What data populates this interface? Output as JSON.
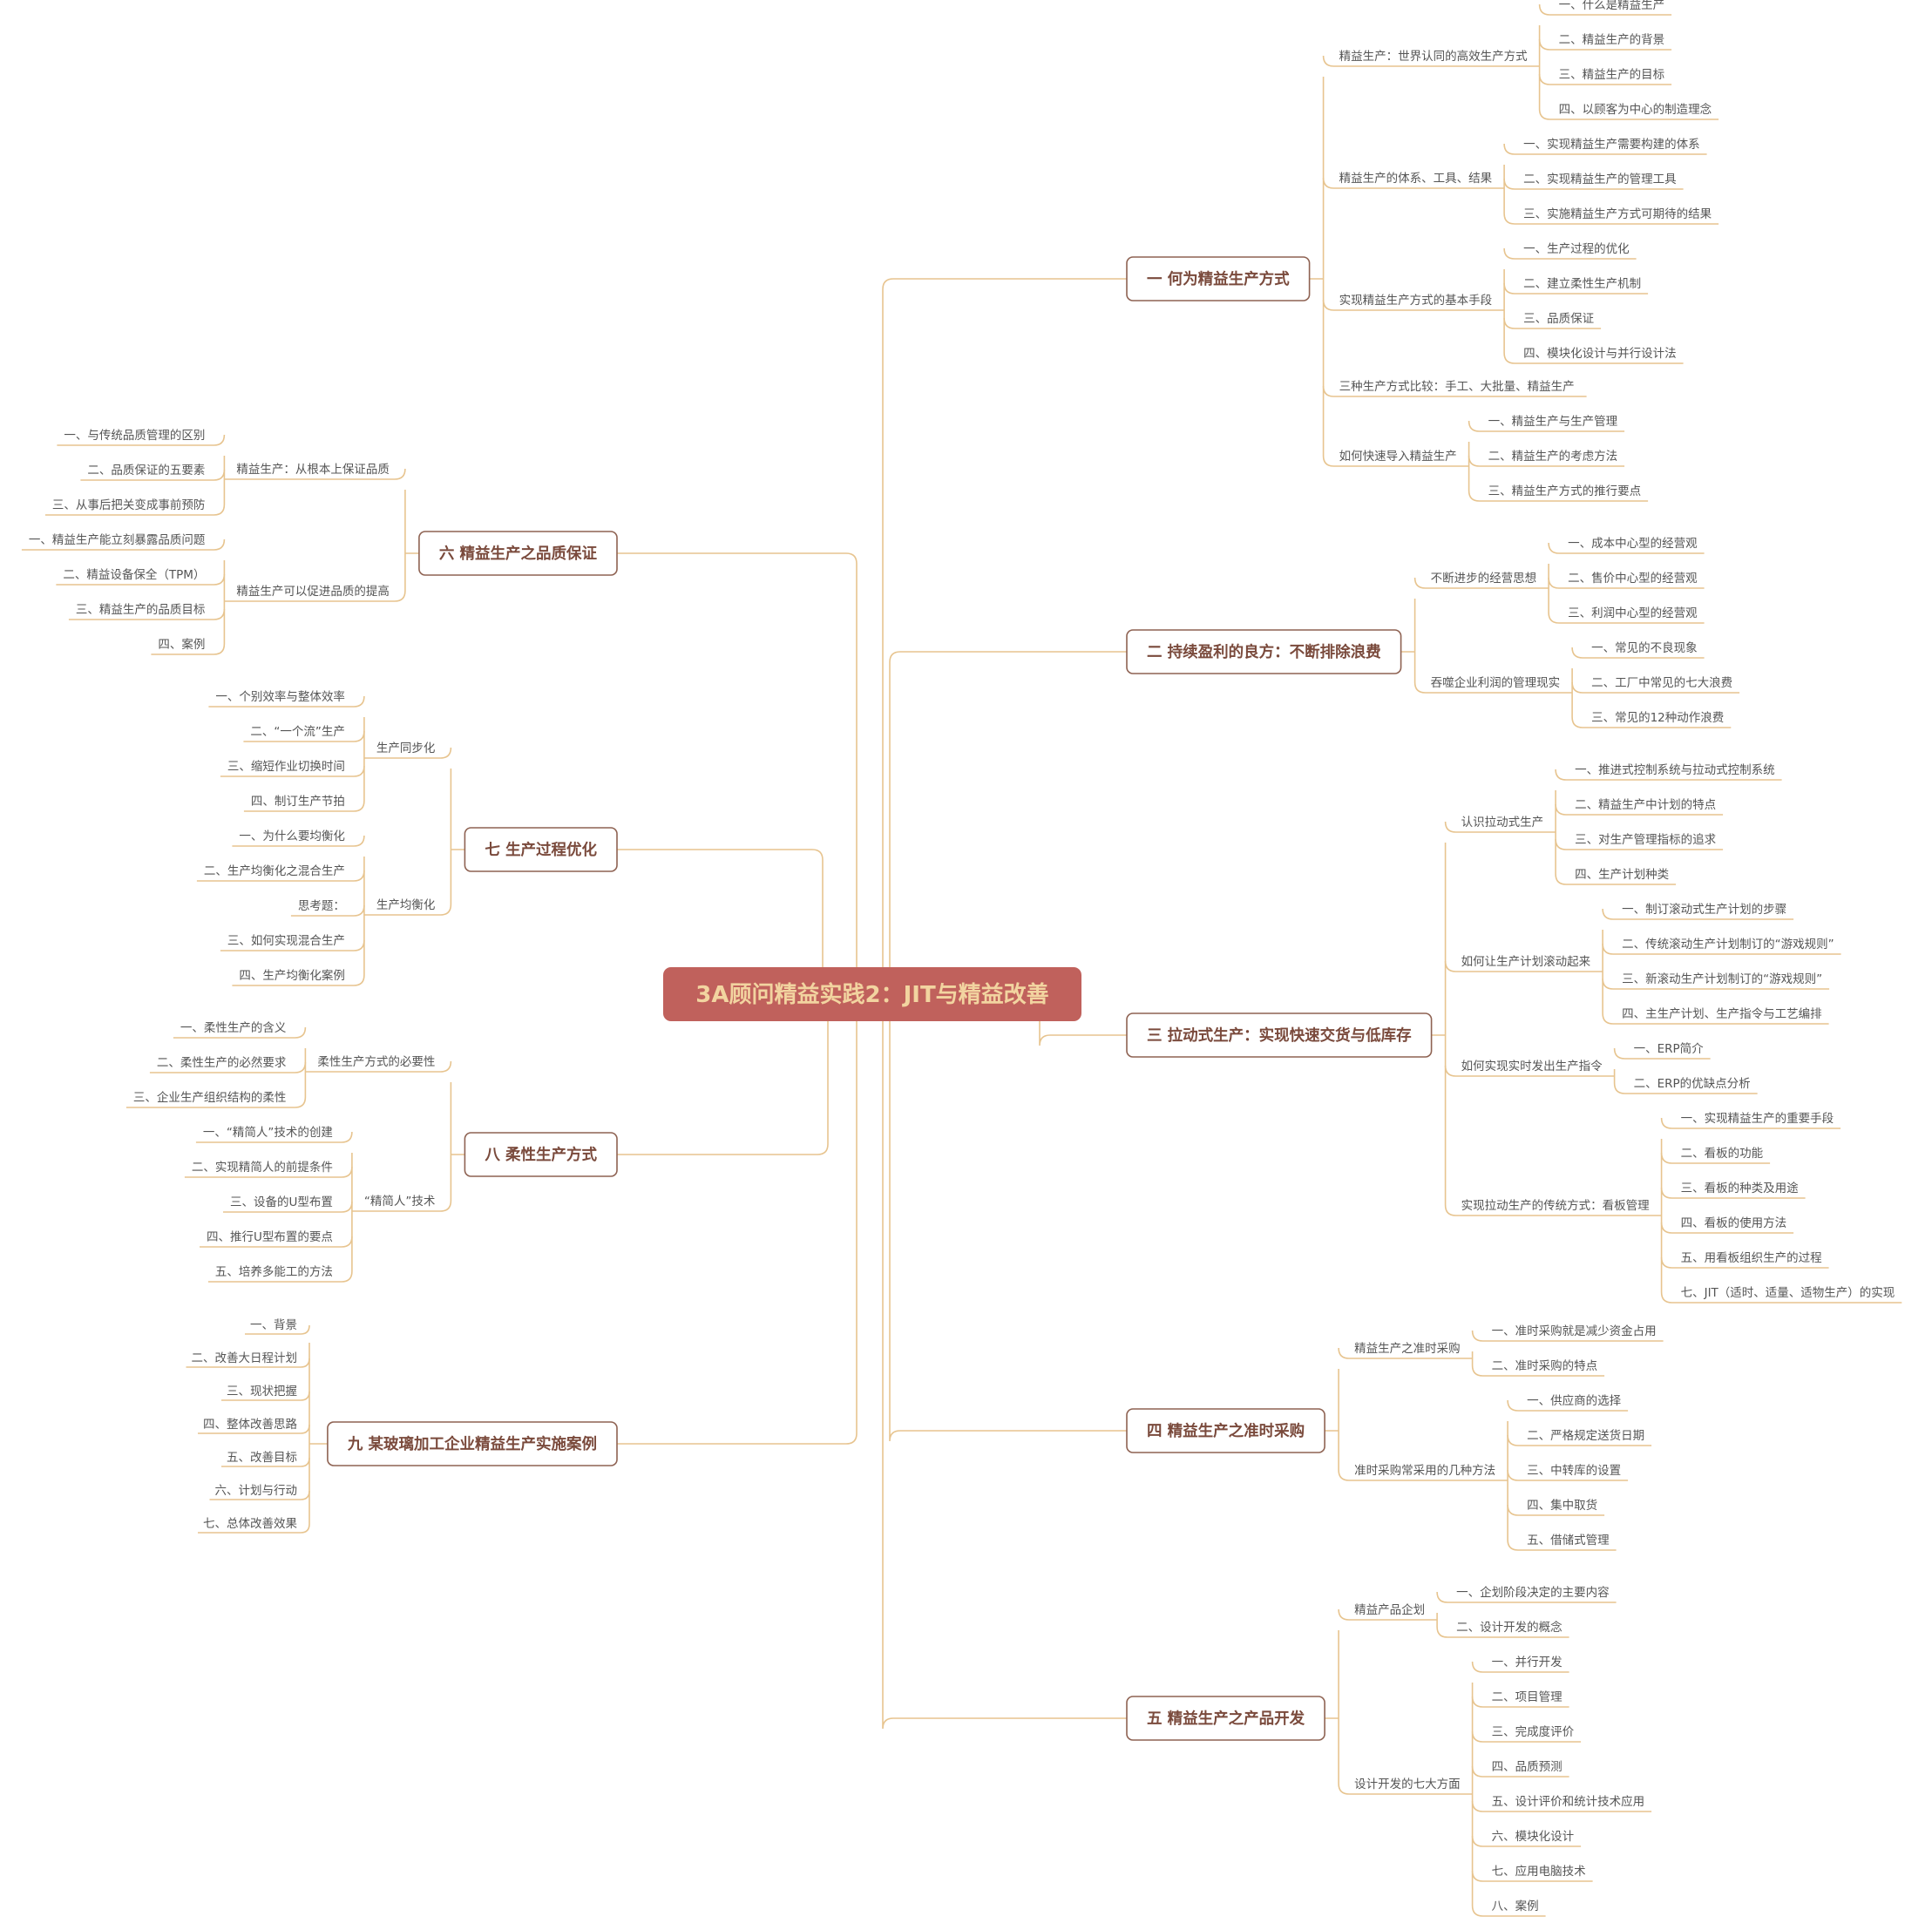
{
  "colors": {
    "line": "#e7c48f",
    "root_fill": "#c0615c",
    "root_text": "#f2d4a0",
    "main_border": "#8e6252",
    "main_text": "#7a4a3c",
    "leaf_text": "#555555"
  },
  "root": "3A顾问精益实践2：JIT与精益改善",
  "branches": [
    {
      "label": "一 何为精益生产方式",
      "children": [
        {
          "label": "精益生产：世界认同的高效生产方式",
          "children": [
            "一、什么是精益生产",
            "二、精益生产的背景",
            "三、精益生产的目标",
            "四、以顾客为中心的制造理念"
          ]
        },
        {
          "label": "精益生产的体系、工具、结果",
          "children": [
            "一、实现精益生产需要构建的体系",
            "二、实现精益生产的管理工具",
            "三、实施精益生产方式可期待的结果"
          ]
        },
        {
          "label": "实现精益生产方式的基本手段",
          "children": [
            "一、生产过程的优化",
            "二、建立柔性生产机制",
            "三、品质保证",
            "四、模块化设计与并行设计法"
          ]
        },
        {
          "label": "三种生产方式比较：手工、大批量、精益生产",
          "children": []
        },
        {
          "label": "如何快速导入精益生产",
          "children": [
            "一、精益生产与生产管理",
            "二、精益生产的考虑方法",
            "三、精益生产方式的推行要点"
          ]
        }
      ]
    },
    {
      "label": "二 持续盈利的良方：不断排除浪费",
      "children": [
        {
          "label": "不断进步的经营思想",
          "children": [
            "一、成本中心型的经营观",
            "二、售价中心型的经营观",
            "三、利润中心型的经营观"
          ]
        },
        {
          "label": "吞噬企业利润的管理现实",
          "children": [
            "一、常见的不良现象",
            "二、工厂中常见的七大浪费",
            "三、常见的12种动作浪费"
          ]
        }
      ]
    },
    {
      "label": "三 拉动式生产：实现快速交货与低库存",
      "children": [
        {
          "label": "认识拉动式生产",
          "children": [
            "一、推进式控制系统与拉动式控制系统",
            "二、精益生产中计划的特点",
            "三、对生产管理指标的追求",
            "四、生产计划种类"
          ]
        },
        {
          "label": "如何让生产计划滚动起来",
          "children": [
            "一、制订滚动式生产计划的步骤",
            "二、传统滚动生产计划制订的“游戏规则”",
            "三、新滚动生产计划制订的“游戏规则”",
            "四、主生产计划、生产指令与工艺编排"
          ]
        },
        {
          "label": "如何实现实时发出生产指令",
          "children": [
            "一、ERP简介",
            "二、ERP的优缺点分析"
          ]
        },
        {
          "label": "实现拉动生产的传统方式：看板管理",
          "children": [
            "一、实现精益生产的重要手段",
            "二、看板的功能",
            "三、看板的种类及用途",
            "四、看板的使用方法",
            "五、用看板组织生产的过程",
            "七、JIT（适时、适量、适物生产）的实现"
          ]
        }
      ]
    },
    {
      "label": "四 精益生产之准时采购",
      "children": [
        {
          "label": "精益生产之准时采购",
          "children": [
            "一、准时采购就是减少资金占用",
            "二、准时采购的特点"
          ]
        },
        {
          "label": "准时采购常采用的几种方法",
          "children": [
            "一、供应商的选择",
            "二、严格规定送货日期",
            "三、中转库的设置",
            "四、集中取货",
            "五、借储式管理"
          ]
        }
      ]
    },
    {
      "label": "五 精益生产之产品开发",
      "children": [
        {
          "label": "精益产品企划",
          "children": [
            "一、企划阶段决定的主要内容",
            "二、设计开发的概念"
          ]
        },
        {
          "label": "设计开发的七大方面",
          "children": [
            "一、并行开发",
            "二、项目管理",
            "三、完成度评价",
            "四、品质预测",
            "五、设计评价和统计技术应用",
            "六、模块化设计",
            "七、应用电脑技术",
            "八、案例"
          ]
        }
      ]
    },
    {
      "label": "六 精益生产之品质保证",
      "children": [
        {
          "label": "精益生产：从根本上保证品质",
          "children": [
            "一、与传统品质管理的区别",
            "二、品质保证的五要素",
            "三、从事后把关变成事前预防"
          ]
        },
        {
          "label": "精益生产可以促进品质的提高",
          "children": [
            "一、精益生产能立刻暴露品质问题",
            "二、精益设备保全（TPM）",
            "三、精益生产的品质目标",
            "四、案例"
          ]
        }
      ]
    },
    {
      "label": "七 生产过程优化",
      "children": [
        {
          "label": "生产同步化",
          "children": [
            "一、个别效率与整体效率",
            "二、“一个流”生产",
            "三、缩短作业切换时间",
            "四、制订生产节拍"
          ]
        },
        {
          "label": "生产均衡化",
          "children": [
            "一、为什么要均衡化",
            "二、生产均衡化之混合生产",
            "思考题：",
            "三、如何实现混合生产",
            "四、生产均衡化案例"
          ]
        }
      ]
    },
    {
      "label": "八 柔性生产方式",
      "children": [
        {
          "label": "柔性生产方式的必要性",
          "children": [
            "一、柔性生产的含义",
            "二、柔性生产的必然要求",
            "三、企业生产组织结构的柔性"
          ]
        },
        {
          "label": "“精简人”技术",
          "children": [
            "一、“精简人”技术的创建",
            "二、实现精简人的前提条件",
            "三、设备的U型布置",
            "四、推行U型布置的要点",
            "五、培养多能工的方法"
          ]
        }
      ]
    },
    {
      "label": "九 某玻璃加工企业精益生产实施案例",
      "children": [
        "一、背景",
        "二、改善大日程计划",
        "三、现状把握",
        "四、整体改善思路",
        "五、改善目标",
        "六、计划与行动",
        "七、总体改善效果"
      ]
    }
  ]
}
